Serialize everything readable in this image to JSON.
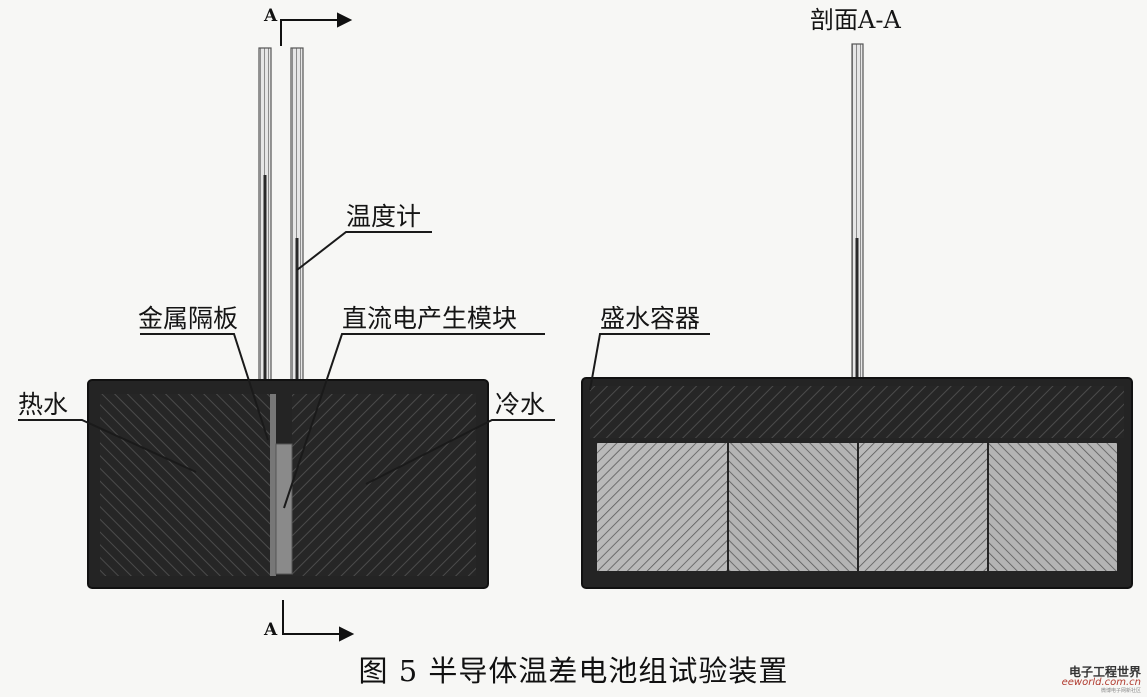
{
  "diagram": {
    "section_marker_top": "A",
    "section_marker_bottom": "A",
    "section_view_title": "剖面A-A",
    "labels": {
      "thermometer": "温度计",
      "metal_partition": "金属隔板",
      "dc_module": "直流电产生模块",
      "hot_water": "热水",
      "cold_water": "冷水",
      "water_container": "盛水容器"
    },
    "caption": "图 5  半导体温差电池组试验装置"
  },
  "watermark": {
    "name": "电子工程世界",
    "domain": "eeworld.com.cn",
    "tagline": "微博电子网新社区"
  }
}
